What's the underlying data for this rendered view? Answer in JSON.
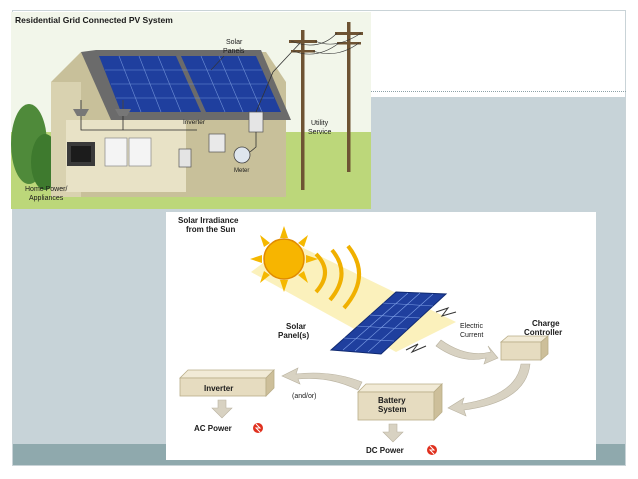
{
  "grid_diagram": {
    "title": "Residential Grid Connected PV System",
    "labels": {
      "solar_panels": [
        "Solar",
        "Panels"
      ],
      "inverter": "Inverter",
      "utility_service": [
        "Utility",
        "Service"
      ],
      "meter": "Meter",
      "home_power": [
        "Home Power/",
        "Appliances"
      ]
    }
  },
  "offgrid_diagram": {
    "sun_caption": [
      "Solar Irradiance",
      "from the Sun"
    ],
    "solar_panels": [
      "Solar",
      "Panel(s)"
    ],
    "electric_current": [
      "Electric",
      "Current"
    ],
    "charge_controller": [
      "Charge",
      "Controller"
    ],
    "inverter": "Inverter",
    "and_or": "(and/or)",
    "battery_system": [
      "Battery",
      "System"
    ],
    "ac_power": "AC Power",
    "dc_power": "DC Power"
  },
  "colors": {
    "panel_blue": "#1f3f9e",
    "sun_yellow": "#f5b800",
    "box_tan": "#e6dcc0",
    "background_gray": "#c7d3d8",
    "footer_teal": "#8fa9ad",
    "power_icon_red": "#e0301e"
  }
}
